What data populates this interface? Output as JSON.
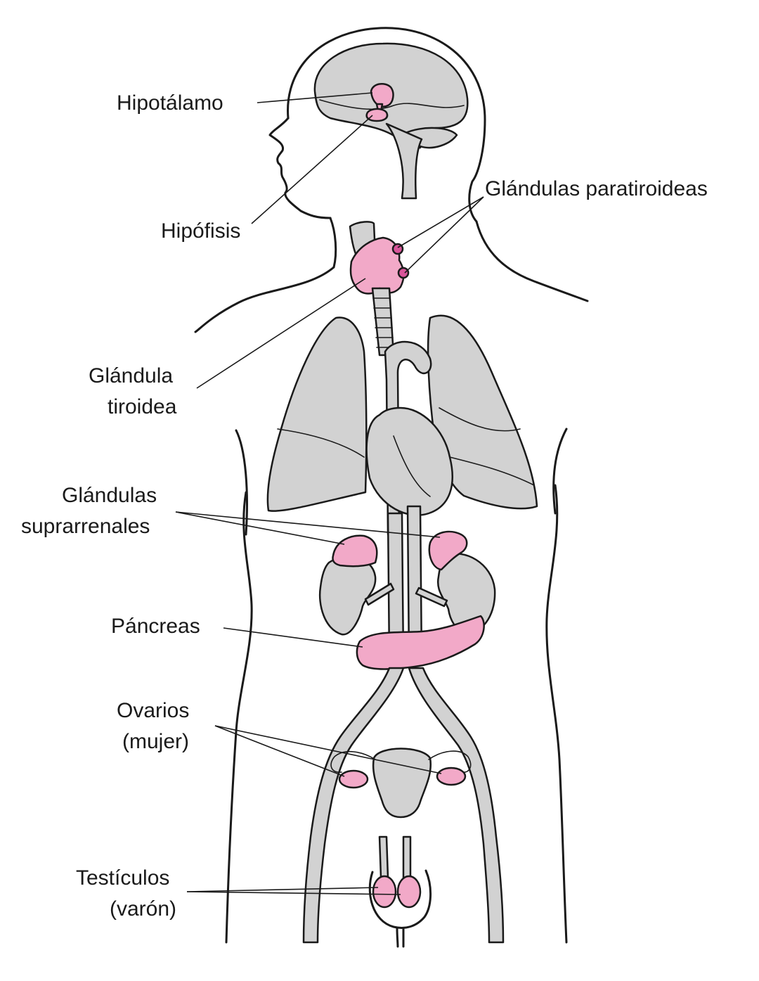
{
  "colors": {
    "organ_fill": "#d2d2d2",
    "gland_fill": "#f2a9c8",
    "gland_dark": "#d9559a",
    "outline": "#1a1a1a",
    "background": "#ffffff"
  },
  "labels": {
    "hipotalamo": "Hipotálamo",
    "hipofisis": "Hipófisis",
    "paratiroideas": "Glándulas paratiroideas",
    "tiroidea_line1": "Glándula",
    "tiroidea_line2": "tiroidea",
    "suprarrenales_line1": "Glándulas",
    "suprarrenales_line2": "suprarrenales",
    "pancreas": "Páncreas",
    "ovarios_line1": "Ovarios",
    "ovarios_line2": "(mujer)",
    "testiculos_line1": "Testículos",
    "testiculos_line2": "(varón)"
  }
}
